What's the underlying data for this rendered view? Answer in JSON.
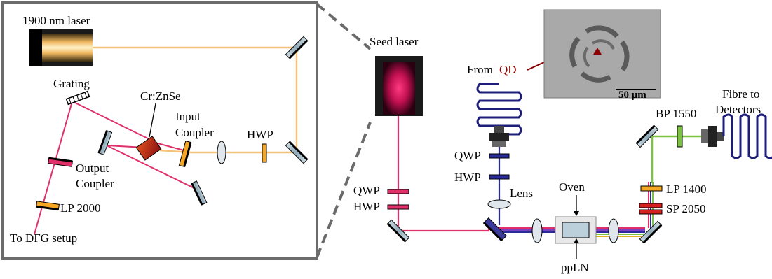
{
  "colors": {
    "frame": "#6b6b6b",
    "pump_beam": "#f5c27a",
    "seed_beam": "#e0306a",
    "qd_beam": "#2a2a9a",
    "out_beam": "#7cc242",
    "red_beam": "#d62020",
    "qd_label": "#8b0000"
  },
  "labels": {
    "laser_1900": "1900 nm laser",
    "grating": "Grating",
    "crznse": "Cr:ZnSe",
    "input_coupler_1": "Input",
    "input_coupler_2": "Coupler",
    "hwp_inset": "HWP",
    "output_coupler_1": "Output",
    "output_coupler_2": "Coupler",
    "lp2000": "LP 2000",
    "to_dfg": "To DFG setup",
    "seed_laser": "Seed laser",
    "qwp_seed": "QWP",
    "hwp_seed": "HWP",
    "from": "From",
    "qd": "QD",
    "qwp_qd": "QWP",
    "hwp_qd": "HWP",
    "lens": "Lens",
    "oven": "Oven",
    "pplN": "ppLN",
    "scale_bar": "50 μm",
    "bp1550": "BP 1550",
    "fibre_1": "Fibre to",
    "fibre_2": "Detectors",
    "lp1400": "LP 1400",
    "sp2050": "SP 2050"
  }
}
